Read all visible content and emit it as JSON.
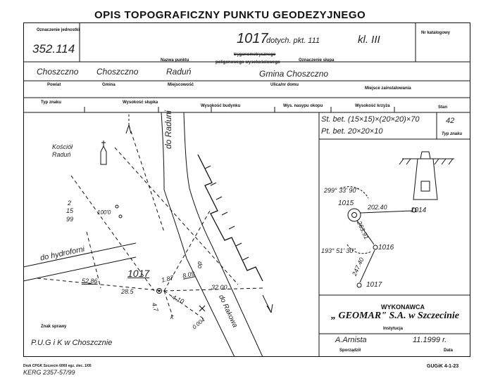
{
  "title": "OPIS TOPOGRAFICZNY PUNKTU GEODEZYJNEGO",
  "header": {
    "label_point_id": "Oznaczenie jednostki",
    "point_id": "352.114",
    "point_number": "1017",
    "point_extra": "dotych. pkt. 111",
    "class": "kl. III",
    "label_catalog_no": "Nr katalogowy",
    "label_point_name": "Nazwa punktu",
    "label_network_strike": "trygonometrycznego",
    "label_network": "poligonowego wysokościowego",
    "label_stabilization_id": "Oznaczenie słupa",
    "county": "Choszczno",
    "commune": "Choszczno",
    "locality": "Raduń",
    "street": "Gmina  Choszczno",
    "label_county": "Powiat",
    "label_commune": "Gmina",
    "label_locality": "Miejscowość",
    "label_street": "Ulica/nr domu",
    "label_place": "Miejsce zainstalowania"
  },
  "row3": {
    "label_mark_type": "Typ znaku",
    "label_mark_height": "Wysokość słupka",
    "label_height_above": "Wysokość budynku",
    "label_sign_height": "Wys. nasypu okopu",
    "label_crown": "Wysokość krzyża",
    "label_year": "Stan",
    "stab1": "St. bet. (15×15)×(20×20)×70",
    "stab2": "Pt. bet.  20×20×10",
    "count": "42",
    "label_count": "Typ znaku"
  },
  "sketch": {
    "church": "Kościół\nRaduń",
    "frac_num": "2",
    "frac_mid": "15",
    "frac_den": "99",
    "dist1": "100'0",
    "road_radunia": "do Raduni",
    "road_hydro": "do hydroforni",
    "road_rakowa": "do Rakowa",
    "pt_main": "1017",
    "m1": "52.86",
    "m2": "28.5",
    "m3": "1.87",
    "m4": "8.09",
    "m5": "32.00",
    "m6": "4.10",
    "m7": "4.7",
    "m8": "0.004",
    "k": "k",
    "do": "do"
  },
  "detail": {
    "angle1": "299° 33' 90\"",
    "angle2": "193° 51' 30\"",
    "p1015": "1015",
    "p1014": "1014",
    "p1016": "1016",
    "p1017": "1017",
    "d1": "202.40",
    "d2": "263.91",
    "d3": "247.40"
  },
  "contractor": {
    "label": "WYKONAWCA",
    "name": "„ GEOMAR\" S.A. w Szczecinie",
    "label_inst": "Instytucja",
    "person": "A.Arnista",
    "date": "11.1999 r.",
    "label_made": "Sporządził",
    "label_date": "Data"
  },
  "footer": {
    "label_sign": "Znak sprawy",
    "sign": "P.U.G i K  w  Choszcznie",
    "print_note": "Druk CPGK Szczecin 6000 egz. zlec. 1/05",
    "kerg": "KERG  2357-57/99",
    "form": "GUGiK 4-1-23"
  }
}
